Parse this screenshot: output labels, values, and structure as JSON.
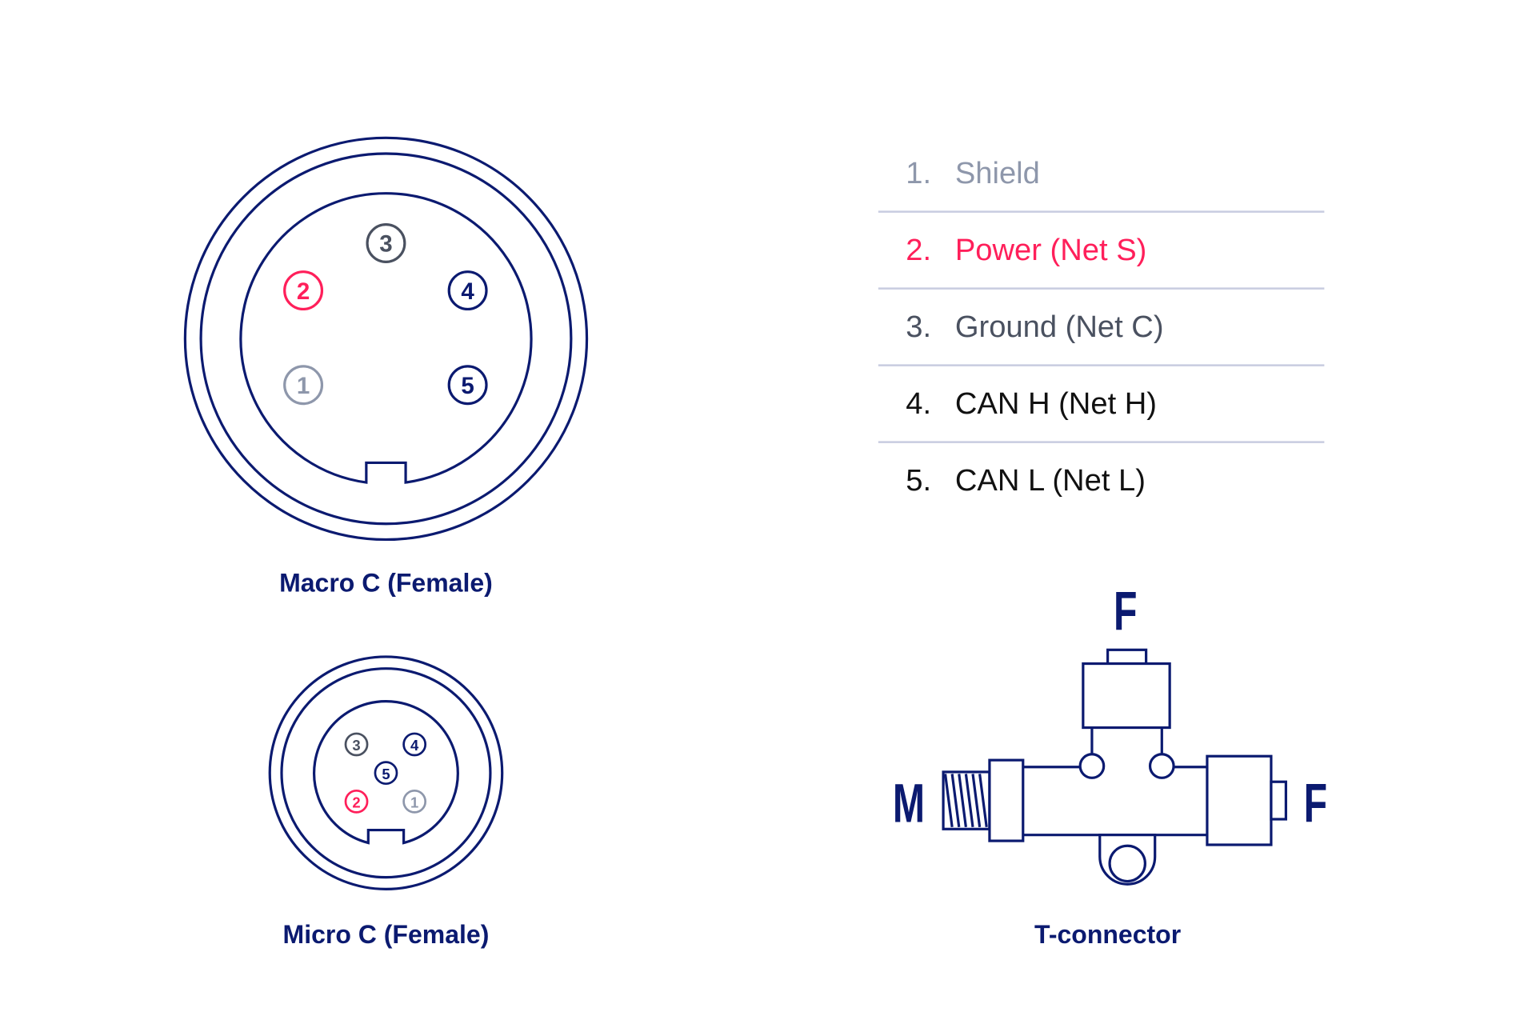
{
  "colors": {
    "navy": "#0b1a70",
    "pink": "#ff1f5a",
    "light_gray": "#8e97ab",
    "dark_gray": "#4a5160",
    "black": "#111111",
    "divider": "#c8cce0"
  },
  "macro": {
    "label": "Macro C (Female)",
    "pins": [
      "1",
      "2",
      "3",
      "4",
      "5"
    ]
  },
  "micro": {
    "label": "Micro C (Female)",
    "pins": [
      "1",
      "2",
      "3",
      "4",
      "5"
    ]
  },
  "legend": [
    {
      "num": "1.",
      "label": "Shield"
    },
    {
      "num": "2.",
      "label": "Power (Net S)"
    },
    {
      "num": "3.",
      "label": "Ground (Net C)"
    },
    {
      "num": "4.",
      "label": "CAN H (Net H)"
    },
    {
      "num": "5.",
      "label": "CAN L (Net L)"
    }
  ],
  "tconnector": {
    "label": "T-connector",
    "top_end": "F",
    "left_end": "M",
    "right_end": "F"
  }
}
